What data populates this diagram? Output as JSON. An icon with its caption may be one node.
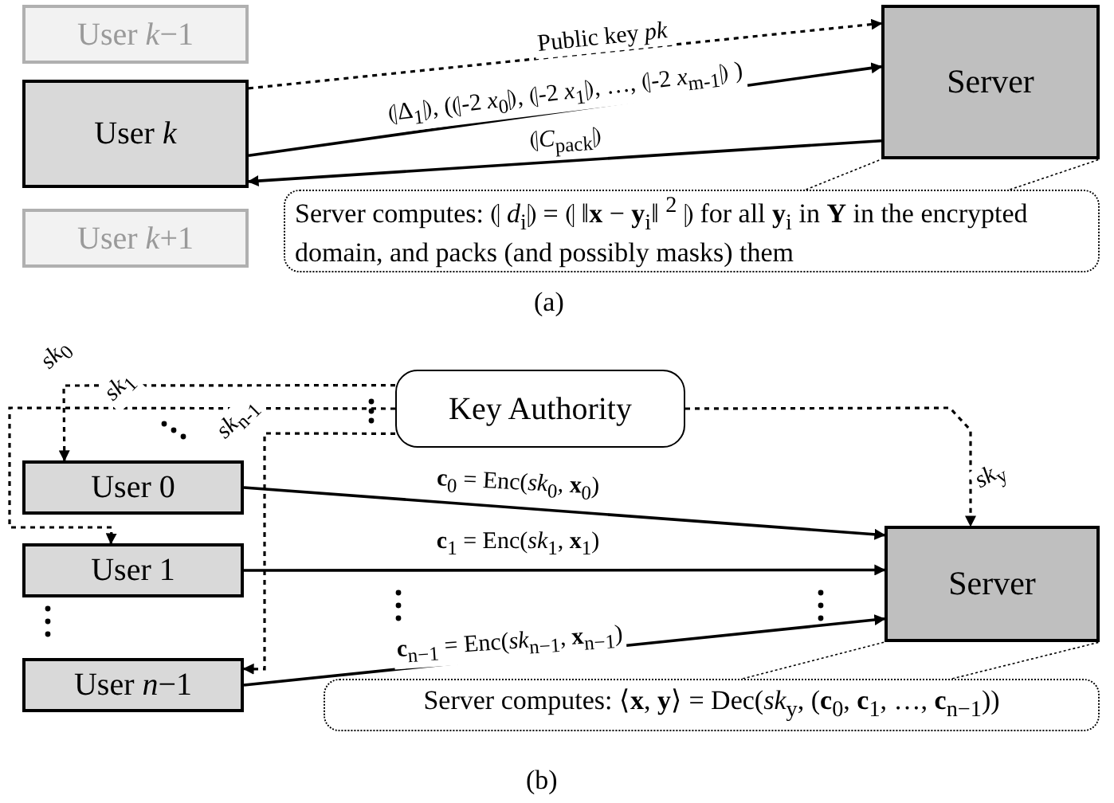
{
  "diagram": {
    "nodes": [
      {
        "text": [
          "User *k*−1"
        ]
      },
      {
        "text": [
          "User *k*"
        ]
      },
      {
        "text": [
          "User *k*+1"
        ]
      },
      {
        "text": [
          "Server"
        ]
      },
      {
        "text": [
          "Server computes: ⦇ *d*$_{i}$⦈ = ⦇ ‖**x** − **y**$_{i}$‖ $^{2}$ ⦈ for all **y**$_{i}$ in **Y** in the encrypted domain, and packs (and possibly masks) them"
        ]
      },
      {
        "text": [
          "Key Authority"
        ]
      },
      {
        "text": [
          "User 0"
        ]
      },
      {
        "text": [
          "User 1"
        ]
      },
      {
        "text": [
          "User *n*−1"
        ]
      },
      {
        "text": [
          "Server"
        ]
      },
      {
        "text": [
          "Server computes: ⟨**x**, **y**⟩ = Dec(*sk*$_{y}$, (**c**$_{0}$, **c**$_{1}$, …, **c**$_{n−1}$))"
        ]
      }
    ],
    "edges": [
      {
        "from": 1,
        "to": 3,
        "arrow": "to",
        "style": "dashed",
        "label": "Public key *pk*"
      },
      {
        "from": 1,
        "to": 3,
        "arrow": "to",
        "label": "⦇Δ$_{1}$⦈, (⦇-2 *x*$_{0}$⦈, ⦇-2 *x*$_{1}$⦈, …, ⦇-2 *x*$_{m-1}$⦈ )"
      },
      {
        "from": 3,
        "to": 1,
        "arrow": "to",
        "label": "⦇*C*$_{pack}$⦈"
      },
      {
        "from": 4,
        "to": 3,
        "arrow": "none",
        "style": "dashed"
      },
      {
        "from": 4,
        "to": 3,
        "arrow": "none",
        "style": "dashed"
      },
      {
        "from": 5,
        "to": 6,
        "arrow": "to",
        "style": "dashed",
        "label": "*sk*$_{0}$"
      },
      {
        "from": 5,
        "to": 7,
        "arrow": "to",
        "style": "dashed",
        "label": "*sk*$_{1}$"
      },
      {
        "from": 5,
        "to": 8,
        "arrow": "to",
        "style": "dashed",
        "label": "*sk*$_{n-1}$"
      },
      {
        "from": 5,
        "to": 9,
        "arrow": "to",
        "style": "dashed",
        "label": "*sk*$_{y}$"
      },
      {
        "from": 6,
        "to": 9,
        "arrow": "to",
        "label": "**c**$_{0}$ = Enc(*sk*$_{0}$, **x**$_{0}$)"
      },
      {
        "from": 7,
        "to": 9,
        "arrow": "to",
        "label": "**c**$_{1}$ = Enc(*sk*$_{1}$, **x**$_{1}$)"
      },
      {
        "from": 8,
        "to": 9,
        "arrow": "to",
        "label": "**c**$_{n−1}$ = Enc(*sk*$_{n−1}$, **x**$_{n−1}$)"
      },
      {
        "from": 10,
        "to": 9,
        "arrow": "none",
        "style": "dashed"
      },
      {
        "from": 10,
        "to": 9,
        "arrow": "none",
        "style": "dashed"
      }
    ],
    "labels": [
      "(a)",
      "(b)"
    ]
  }
}
